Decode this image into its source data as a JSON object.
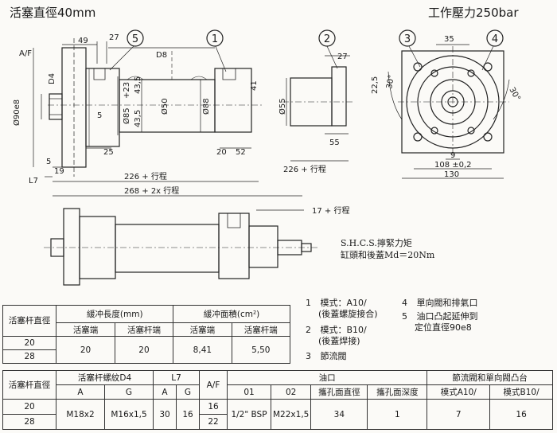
{
  "header": {
    "title_left": "活塞直徑40mm",
    "title_right": "工作壓力250bar"
  },
  "callouts": [
    "5",
    "1",
    "2",
    "3",
    "4"
  ],
  "dims": {
    "d49": "49",
    "d27a": "27",
    "af": "A/F",
    "d4": "D4",
    "d8": "D8",
    "dia90": "Ø90e8",
    "d85": "Ø85",
    "p23": "+23",
    "d43a": "43,5",
    "d43b": "43,5",
    "d5a": "5",
    "dia50": "Ø50",
    "dia88": "Ø88",
    "d41": "41",
    "d25": "25",
    "d20a": "20",
    "d52": "52",
    "d5b": "5",
    "d19": "19",
    "l7": "L7",
    "s226a": "226 + 行程",
    "s268": "268 + 2x 行程",
    "d27b": "27",
    "dia55": "Ø55",
    "d55": "55",
    "s226b": "226 + 行程",
    "d35": "35",
    "d225": "22,5",
    "a30a": "30°",
    "a30b": "30°",
    "d9": "9",
    "d108": "108 ±0,2",
    "d130": "130",
    "s17": "17 + 行程"
  },
  "bolt_note": [
    "S.H.C.S.擰緊力矩",
    "缸頭和後蓋Md＝20Nm"
  ],
  "legend": [
    {
      "num": "1",
      "text": "模式：A10/",
      "sub": "(後蓋螺旋接合)"
    },
    {
      "num": "2",
      "text": "模式：B10/",
      "sub": "(後蓋焊接)"
    },
    {
      "num": "3",
      "text": "節流閥",
      "sub": ""
    },
    {
      "num": "4",
      "text": "單向閥和排氣口",
      "sub": ""
    },
    {
      "num": "5",
      "text": "油口凸起延伸到",
      "sub": "定位直徑90e8"
    }
  ],
  "table1": {
    "h_rod": "活塞杆直徑",
    "h_len": "緩冲長度(mm)",
    "h_area": "緩冲面積(cm²)",
    "h_piston": "活塞端",
    "h_rodend": "活塞杆端",
    "h_piston2": "活塞端",
    "h_rodend2": "活塞杆端",
    "rod1": "20",
    "rod2": "28",
    "v_len1": "20",
    "v_len2": "20",
    "v_area1": "8,41",
    "v_area2": "5,50"
  },
  "table2": {
    "h_rod": "活塞杆直徑",
    "h_thread": "活塞杆螺紋D4",
    "h_l7": "L7",
    "h_af": "A/F",
    "h_port": "油口",
    "h_valve": "節流閥和單向閥凸台",
    "a1": "A",
    "g1": "G",
    "a2": "A",
    "g2": "G",
    "p01": "01",
    "p02": "02",
    "h_spot": "攜孔面直徑",
    "h_depth": "攜孔面深度",
    "h_ma": "模式A10/",
    "h_mb": "模式B10/",
    "rod1": "20",
    "rod2": "28",
    "thread_a": "M18x2",
    "thread_g": "M16x1,5",
    "l7_a": "30",
    "l7_g": "16",
    "af1": "16",
    "af2": "22",
    "p01v": "1/2\" BSP",
    "p02v": "M22x1,5",
    "spot_v": "34",
    "depth_v": "1",
    "ma_v": "7",
    "mb_v": "16"
  }
}
